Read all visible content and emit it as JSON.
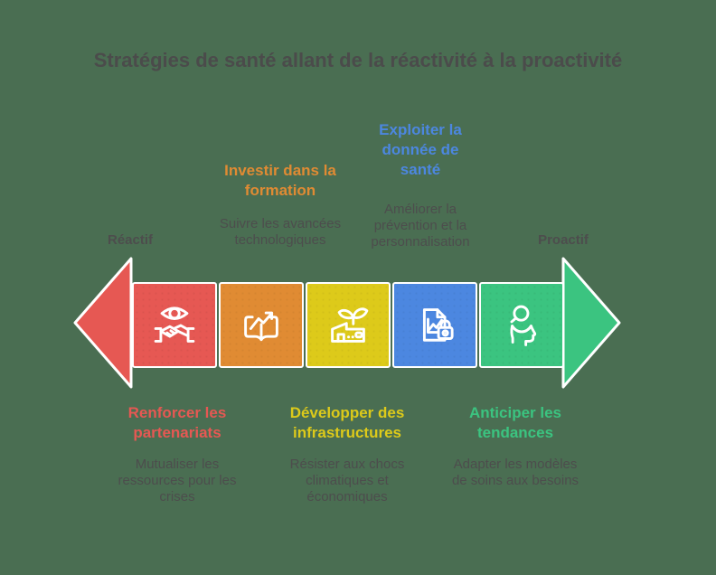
{
  "title": "Stratégies de santé allant de la réactivité à la proactivité",
  "background_color": "#4a6e52",
  "title_color": "#4b4b4b",
  "body_text_color": "#4d4d4d",
  "scale": {
    "left": "Réactif",
    "right": "Proactif"
  },
  "arrows": {
    "left_color": "#e65853",
    "right_color": "#3bc480"
  },
  "steps": [
    {
      "label": "Renforcer les partenariats",
      "description": "Mutualiser les ressources pour les crises",
      "color": "#e65853",
      "icon": "eye-handshake-icon",
      "label_position": "below"
    },
    {
      "label": "Investir dans la formation",
      "description": "Suivre les avancées technologiques",
      "color": "#e08b33",
      "icon": "book-growth-arrow-icon",
      "label_position": "above"
    },
    {
      "label": "Développer des infrastructures",
      "description": "Résister aux chocs climatiques et économiques",
      "color": "#ddca1a",
      "icon": "factory-sprout-icon",
      "label_position": "below"
    },
    {
      "label": "Exploiter la donnée de santé",
      "description": "Améliorer la prévention et la personnalisation",
      "color": "#4c87e0",
      "icon": "document-chart-lock-icon",
      "label_position": "above"
    },
    {
      "label": "Anticiper les tendances",
      "description": "Adapter les modèles de soins aux besoins",
      "color": "#3bc480",
      "icon": "magnifier-head-icon",
      "label_position": "below"
    }
  ]
}
